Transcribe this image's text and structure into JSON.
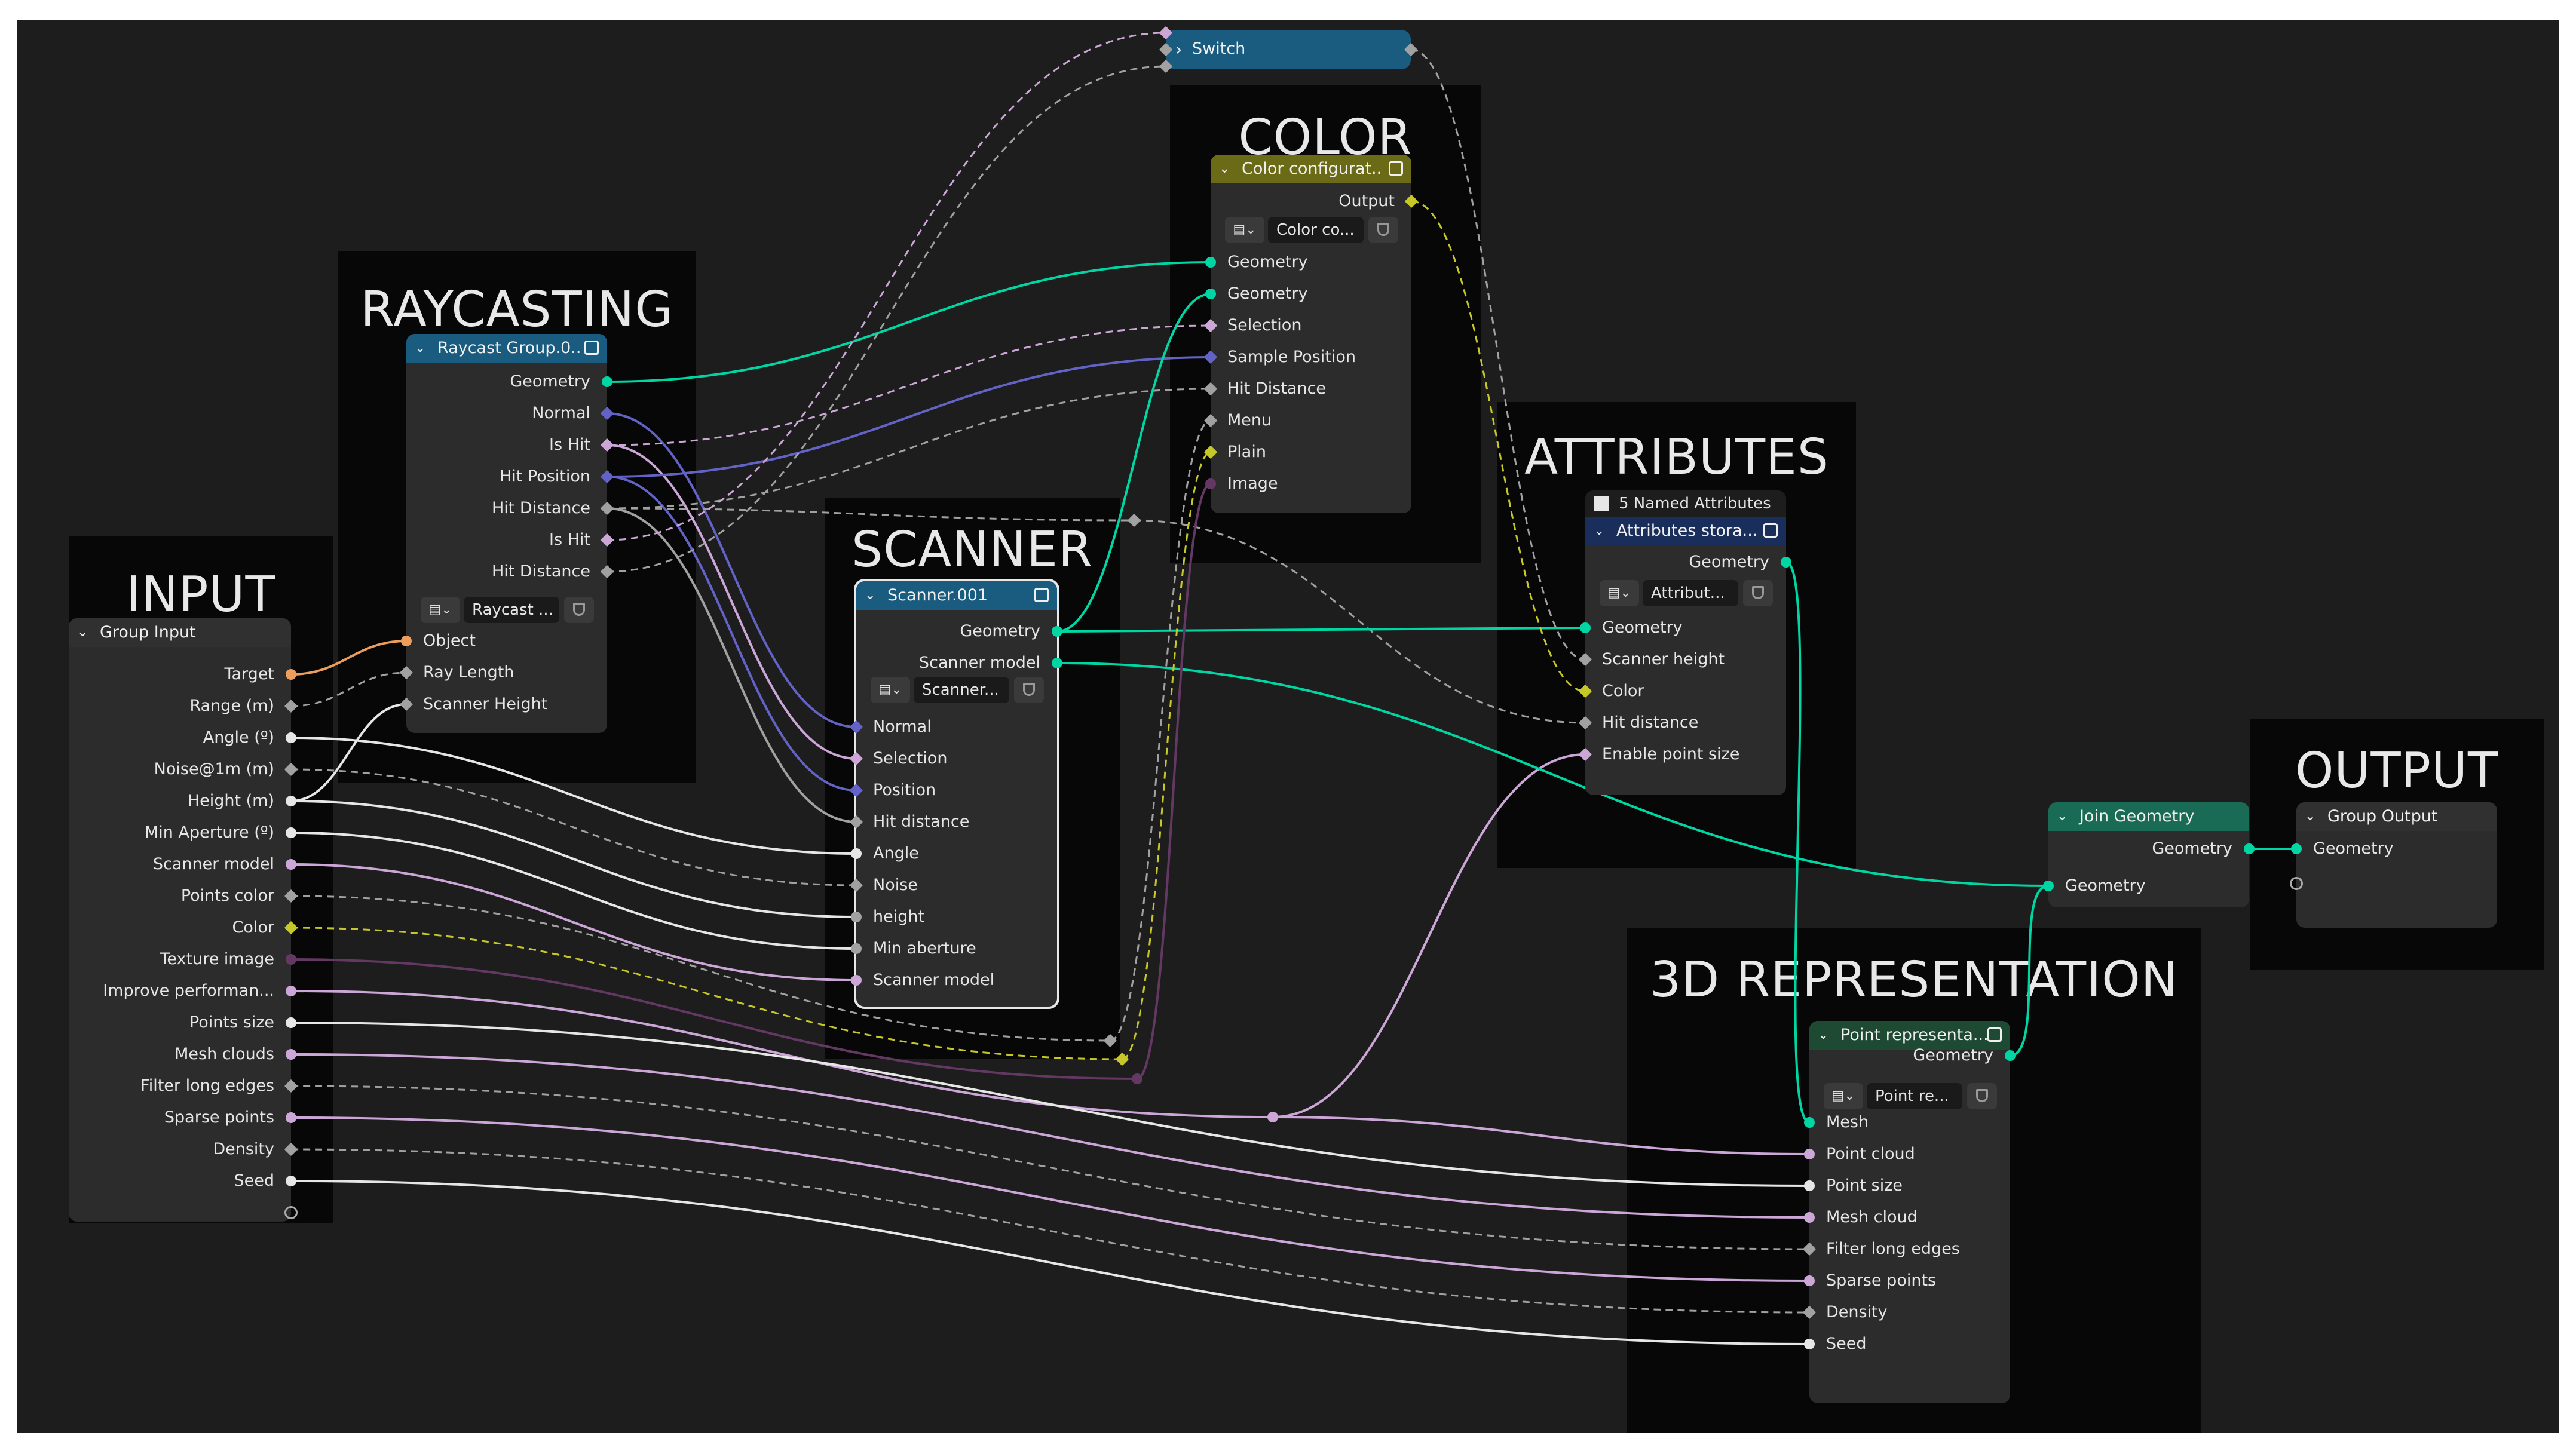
{
  "frames": {
    "input": "INPUT",
    "raycasting": "RAYCASTING",
    "scanner": "SCANNER",
    "color": "COLOR",
    "attributes": "ATTRIBUTES",
    "output": "OUTPUT",
    "representation": "3D REPRESENTATION"
  },
  "nodes": {
    "group_input": {
      "title": "Group Input",
      "outputs": [
        "Target",
        "Range (m)",
        "Angle (º)",
        "Noise@1m (m)",
        "Height (m)",
        "Min Aperture (º)",
        "Scanner model",
        "Points color",
        "Color",
        "Texture image",
        "Improve performan...",
        "Points size",
        "Mesh clouds",
        "Filter long edges",
        "Sparse points",
        "Density",
        "Seed"
      ]
    },
    "raycast": {
      "title": "Raycast Group.0..",
      "outputs": [
        "Geometry",
        "Normal",
        "Is Hit",
        "Hit Position",
        "Hit Distance",
        "Is Hit",
        "Hit Distance"
      ],
      "group_name": "Raycast ...",
      "inputs": [
        "Object",
        "Ray Length",
        "Scanner Height"
      ]
    },
    "switch": {
      "title": "Switch"
    },
    "color": {
      "title": "Color configurat..",
      "outputs": [
        "Output"
      ],
      "group_name": "Color co...",
      "inputs": [
        "Geometry",
        "Geometry",
        "Selection",
        "Sample Position",
        "Hit Distance",
        "Menu",
        "Plain",
        "Image"
      ]
    },
    "scanner": {
      "title": "Scanner.001",
      "outputs": [
        "Geometry",
        "Scanner model"
      ],
      "group_name": "Scanner...",
      "inputs": [
        "Normal",
        "Selection",
        "Position",
        "Hit distance",
        "Angle",
        "Noise",
        "height",
        "Min aberture",
        "Scanner model"
      ]
    },
    "attributes": {
      "badge": "5 Named Attributes",
      "title": "Attributes stora...",
      "outputs": [
        "Geometry"
      ],
      "group_name": "Attribut...",
      "inputs": [
        "Geometry",
        "Scanner height",
        "Color",
        "Hit distance",
        "Enable point size"
      ]
    },
    "join": {
      "title": "Join Geometry",
      "outputs": [
        "Geometry"
      ],
      "inputs": [
        "Geometry"
      ]
    },
    "group_output": {
      "title": "Group Output",
      "inputs": [
        "Geometry"
      ]
    },
    "point": {
      "title": "Point representa...",
      "outputs": [
        "Geometry"
      ],
      "group_name": "Point re...",
      "inputs": [
        "Mesh",
        "Point cloud",
        "Point size",
        "Mesh cloud",
        "Filter long edges",
        "Sparse points",
        "Density",
        "Seed"
      ]
    }
  },
  "colors": {
    "geometry": "#00d6a3",
    "bool": "#cca6d6",
    "vector": "#6363c7",
    "float": "#a1a1a1",
    "object": "#ed9e5c",
    "color": "#c7c729",
    "image": "#633863",
    "int": "#598c5c",
    "header_group": "#1a5c80",
    "header_color": "#6b6b17",
    "header_attr": "#1a2e5c",
    "header_point": "#1e4a33",
    "header_join": "#1a6b55"
  },
  "icons": {
    "collapse": "chevron-down-icon",
    "switch_expand": "chevron-right-icon",
    "node_group": "node-group-icon",
    "fake_user": "shield-icon",
    "spreadsheet": "spreadsheet-icon"
  }
}
